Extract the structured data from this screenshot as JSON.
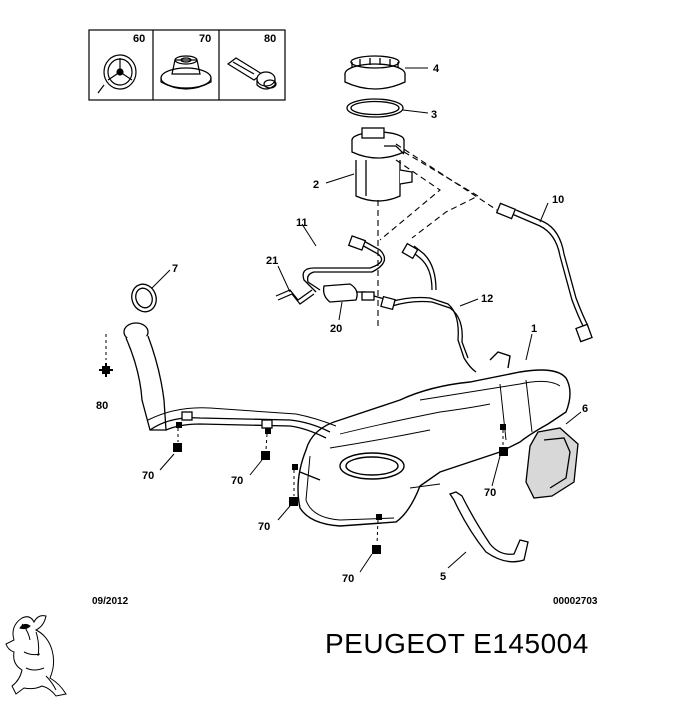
{
  "legend": [
    {
      "code": "60",
      "icon": "clip-icon"
    },
    {
      "code": "70",
      "icon": "nut-icon"
    },
    {
      "code": "80",
      "icon": "bolt-icon"
    }
  ],
  "parts": {
    "p1": "1",
    "p2": "2",
    "p3": "3",
    "p4": "4",
    "p5": "5",
    "p6": "6",
    "p7": "7",
    "p10": "10",
    "p11": "11",
    "p12": "12",
    "p20": "20",
    "p21": "21"
  },
  "fasteners": {
    "f80": "80",
    "f70a": "70",
    "f70b": "70",
    "f70c": "70",
    "f70d": "70",
    "f70e": "70"
  },
  "footer": {
    "date": "09/2012",
    "drawing_number": "00002703",
    "brand_part": "PEUGEOT E145004"
  },
  "colors": {
    "ink": "#000000",
    "background": "#ffffff",
    "shade": "#d8d8d8"
  }
}
